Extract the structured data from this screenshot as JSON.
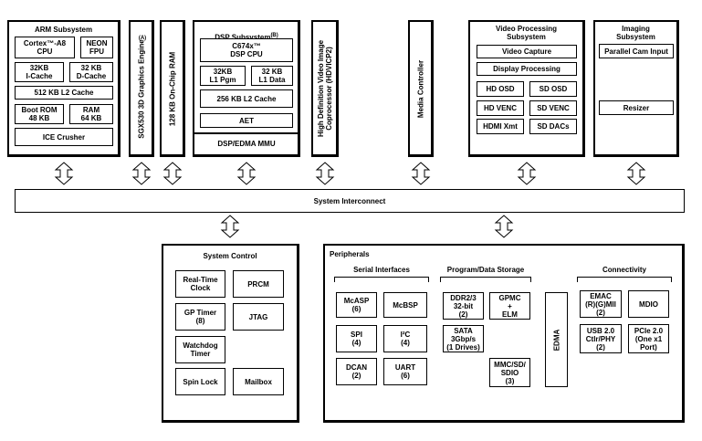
{
  "arm": {
    "title": "ARM Subsystem",
    "cortex": "Cortex™-A8\nCPU",
    "neon": "NEON\nFPU",
    "icache": "32KB\nI-Cache",
    "dcache": "32 KB\nD-Cache",
    "l2": "512 KB L2 Cache",
    "bootrom": "Boot ROM\n48 KB",
    "ram": "RAM\n64 KB",
    "ice": "ICE Crusher"
  },
  "sgx": {
    "label": "SGX530 3D Graphics Engine",
    "note": "(A)"
  },
  "onchip_ram": {
    "label": "128 KB On-Chip RAM"
  },
  "dsp": {
    "title": "DSP Subsystem",
    "note": "(B)",
    "cpu": "C674x™\nDSP CPU",
    "l1pgm": "32KB\nL1 Pgm",
    "l1data": "32 KB\nL1 Data",
    "l2": "256 KB L2 Cache",
    "aet": "AET",
    "mmu": "DSP/EDMA MMU"
  },
  "hdvicp": {
    "line1": "High Definition Video Image",
    "line2": "Coprocessor (HDVICP2)"
  },
  "media": {
    "label": "Media Controller"
  },
  "video": {
    "title": "Video Processing\nSubsystem",
    "capture": "Video Capture",
    "display": "Display Processing",
    "hd_osd": "HD OSD",
    "sd_osd": "SD OSD",
    "hd_venc": "HD VENC",
    "sd_venc": "SD VENC",
    "hdmi": "HDMI Xmt",
    "sd_dacs": "SD DACs"
  },
  "imaging": {
    "title": "Imaging\nSubsystem",
    "parallel": "Parallel Cam Input",
    "resizer": "Resizer"
  },
  "interconnect": {
    "label": "System Interconnect"
  },
  "system_control": {
    "title": "System Control",
    "rtc": "Real-Time\nClock",
    "prcm": "PRCM",
    "gptimer": "GP Timer\n(8)",
    "jtag": "JTAG",
    "watchdog": "Watchdog\nTimer",
    "spinlock": "Spin Lock",
    "mailbox": "Mailbox"
  },
  "peripherals": {
    "title": "Peripherals",
    "serial": {
      "title": "Serial Interfaces",
      "mcasp": "McASP\n(6)",
      "mcbsp": "McBSP",
      "spi": "SPI\n(4)",
      "i2c": "I²C\n(4)",
      "dcan": "DCAN\n(2)",
      "uart": "UART\n(6)"
    },
    "storage": {
      "title": "Program/Data Storage",
      "ddr": "DDR2/3\n32-bit\n(2)",
      "gpmc": "GPMC\n+\nELM",
      "sata": "SATA\n3Gbp/s\n(1 Drives)",
      "mmc": "MMC/SD/\nSDIO\n(3)"
    },
    "edma": "EDMA",
    "connectivity": {
      "title": "Connectivity",
      "emac": "EMAC\n(R)(G)MII\n(2)",
      "mdio": "MDIO",
      "usb": "USB 2.0\nCtlr/PHY\n(2)",
      "pcie": "PCIe 2.0\n(One x1\nPort)"
    }
  }
}
